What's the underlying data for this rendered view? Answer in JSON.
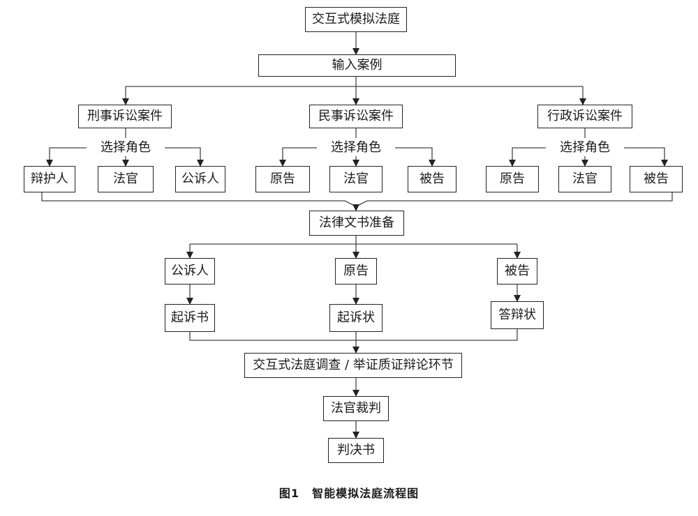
{
  "flowchart": {
    "title": "交互式模拟法庭",
    "input_case": "输入案例",
    "criminal": {
      "case": "刑事诉讼案件",
      "select_role": "选择角色",
      "roles": [
        "辩护人",
        "法官",
        "公诉人"
      ]
    },
    "civil": {
      "case": "民事诉讼案件",
      "select_role": "选择角色",
      "roles": [
        "原告",
        "法官",
        "被告"
      ]
    },
    "administrative": {
      "case": "行政诉讼案件",
      "select_role": "选择角色",
      "roles": [
        "原告",
        "法官",
        "被告"
      ]
    },
    "document_prep": "法律文书准备",
    "parties": [
      "公诉人",
      "原告",
      "被告"
    ],
    "documents": [
      "起诉书",
      "起诉状",
      "答辩状"
    ],
    "investigation": "交互式法庭调查 / 举证质证辩论环节",
    "judgment": "法官裁判",
    "verdict": "判决书"
  },
  "caption": {
    "figure_label": "图1",
    "text": "智能模拟法庭流程图"
  }
}
